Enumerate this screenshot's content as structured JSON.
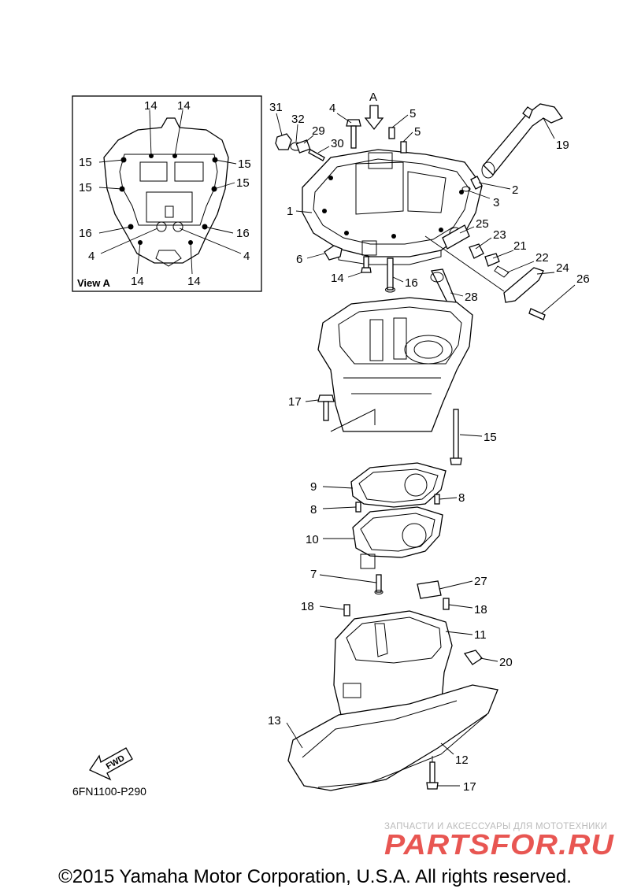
{
  "view_a_title": "View A",
  "arrow_a_label": "A",
  "fwd_label": "FWD",
  "diagram_code": "6FN1100-P290",
  "watermark": {
    "subtitle": "ЗАПЧАСТИ И АКСЕССУАРЫ ДЛЯ МОТОТЕХНИКИ",
    "brand": "PARTSFOR.RU",
    "color": "#e53935"
  },
  "copyright": "©2015 Yamaha Motor Corporation, U.S.A. All rights reserved.",
  "callouts_main": [
    "31",
    "32",
    "4",
    "5",
    "5",
    "29",
    "30",
    "19",
    "2",
    "3",
    "1",
    "25",
    "23",
    "21",
    "22",
    "24",
    "26",
    "6",
    "14",
    "16",
    "28",
    "17",
    "15",
    "9",
    "8",
    "8",
    "10",
    "7",
    "27",
    "18",
    "18",
    "11",
    "20",
    "13",
    "12",
    "17"
  ],
  "callouts_view_a": [
    "14",
    "14",
    "15",
    "15",
    "15",
    "15",
    "16",
    "16",
    "4",
    "4",
    "14",
    "14"
  ]
}
